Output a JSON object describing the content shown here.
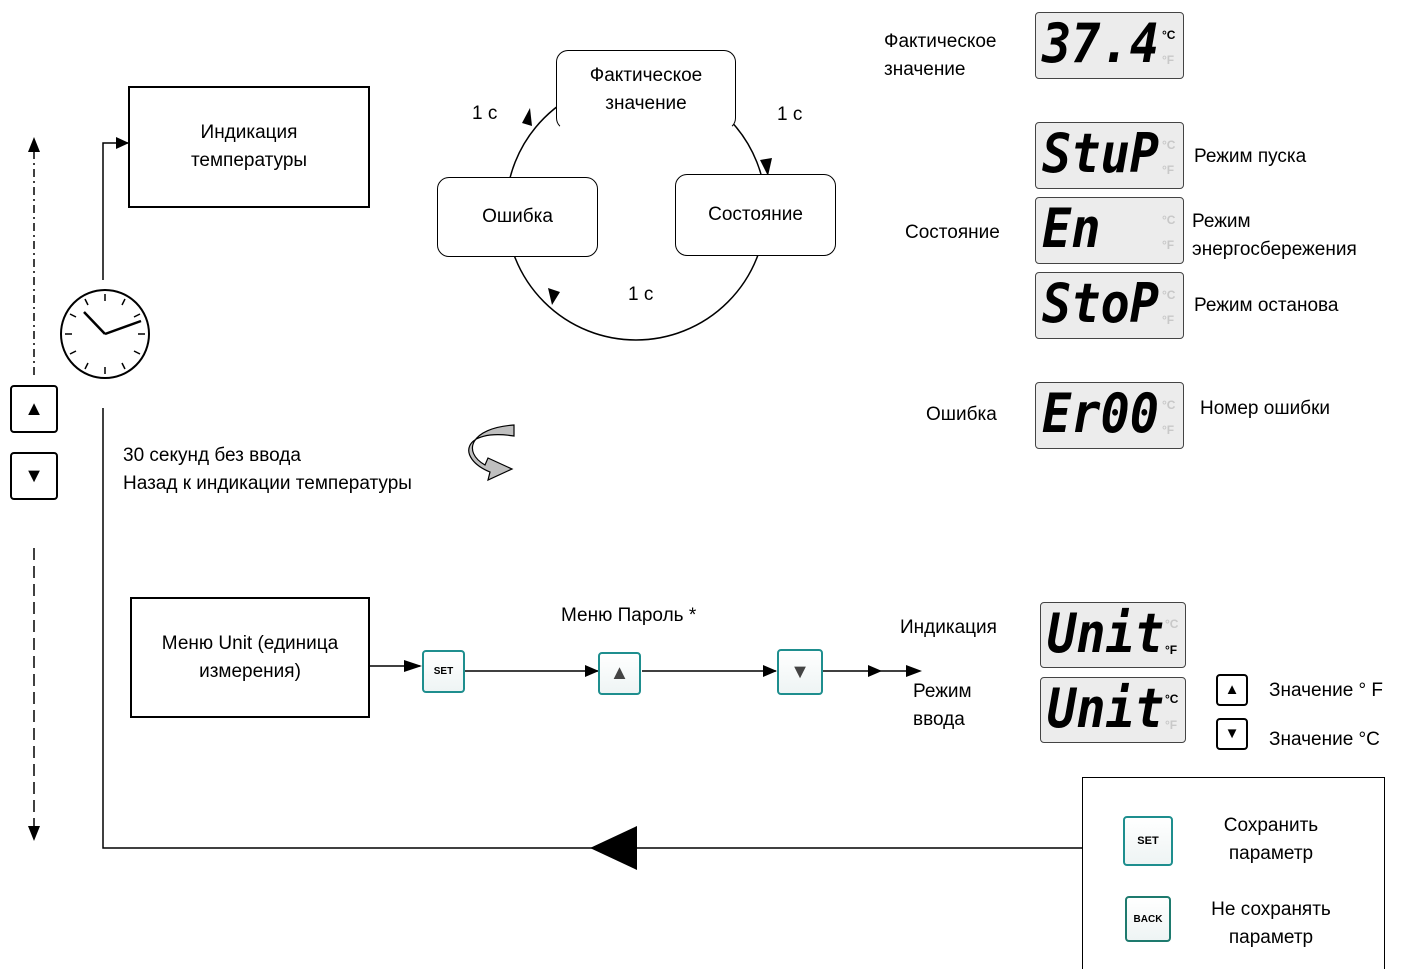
{
  "main_cycle": {
    "indication_box": "Индикация температуры",
    "actual_node": "Фактическое значение",
    "state_node": "Состояние",
    "error_node": "Ошибка",
    "interval_top_left": "1 с",
    "interval_top_right": "1 с",
    "interval_bottom": "1 с"
  },
  "timeout": {
    "line1": "30 секунд без ввода",
    "line2": "Назад к индикации температуры"
  },
  "right_panel": {
    "actual_label": "Фактическое значение",
    "actual_display": "37.4",
    "actual_unit_active": "°C",
    "actual_unit_inactive": "°F",
    "state_label": "Состояние",
    "states": [
      {
        "display": "StuP",
        "desc": "Режим пуска"
      },
      {
        "display": "En",
        "desc": "Режим энергосбережения"
      },
      {
        "display": "StoP",
        "desc": "Режим останова"
      }
    ],
    "error_label": "Ошибка",
    "error_display": "Er00",
    "error_desc": "Номер ошибки"
  },
  "unit_menu": {
    "menu_box": "Меню Unit (единица измерения)",
    "password_label": "Меню Пароль *",
    "set_key": "SET",
    "up_key": "▲",
    "down_key": "▼",
    "indication_label": "Индикация",
    "input_mode_label": "Режим ввода",
    "display_f": "Unit",
    "display_f_unit": "°F",
    "display_c": "Unit",
    "display_c_unit": "°C",
    "up_value": "Значение ° F",
    "down_value": "Значение °C"
  },
  "legend": {
    "set_key": "SET",
    "set_desc": "Сохранить параметр",
    "back_key": "BACK",
    "back_desc": "Не сохранять параметр"
  },
  "left_keys": {
    "up": "▲",
    "down": "▼"
  }
}
